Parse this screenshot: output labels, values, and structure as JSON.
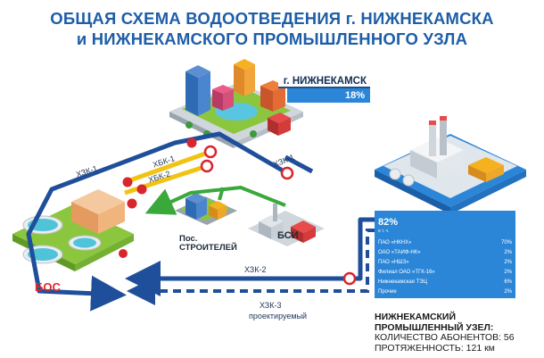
{
  "title": {
    "line1": "ОБЩАЯ СХЕМА ВОДООТВЕДЕНИЯ г. НИЖНЕКАМСКА",
    "line2": "и НИЖНЕКАМСКОГО ПРОМЫШЛЕННОГО УЗЛА"
  },
  "city": {
    "label": "г. НИЖНЕКАМСК",
    "percent": "18%"
  },
  "industrial_panel": {
    "percent": "82%",
    "sublabel": "в т. ч.",
    "rows": [
      {
        "name": "ПАО «НКНХ»",
        "value": "70%"
      },
      {
        "name": "ОАО «ТАИФ-НК»",
        "value": "2%"
      },
      {
        "name": "ПАО «НШЗ»",
        "value": "2%"
      },
      {
        "name": "Филиал ОАО «ТГК-16»",
        "value": "2%"
      },
      {
        "name": "Нижнекамская ТЭЦ",
        "value": "6%"
      },
      {
        "name": "Прочие",
        "value": "2%"
      }
    ]
  },
  "labels": {
    "hzk1_left": "ХЗК-1",
    "hzk1_right": "ХЗК-1",
    "hbk1": "ХБК-1",
    "hbk2": "ХБК-2",
    "hzk2": "ХЗК-2",
    "hzk3": "ХЗК-3",
    "hzk3_note": "проектируемый",
    "settlement_line1": "Пос.",
    "settlement_line2": "СТРОИТЕЛЕЙ",
    "bsi": "БСИ",
    "bos": "БОС"
  },
  "info": {
    "title_line1": "НИЖНЕКАМСКИЙ",
    "title_line2": "ПРОМЫШЛЕННЫЙ УЗЕЛ:",
    "subscribers": "КОЛИЧЕСТВО АБОНЕНТОВ: 56",
    "length": "ПРОТЯЖЕННОСТЬ: 121 км"
  },
  "colors": {
    "title_blue": "#1e5ea8",
    "pipe_blue": "#1f4f9a",
    "pipe_yellow": "#f2c313",
    "pipe_green": "#3aa83a",
    "node_red": "#d9262c",
    "bos_red": "#e02b2b",
    "panel_blue": "#2b86d8",
    "water_teal": "#4fc4d8"
  }
}
